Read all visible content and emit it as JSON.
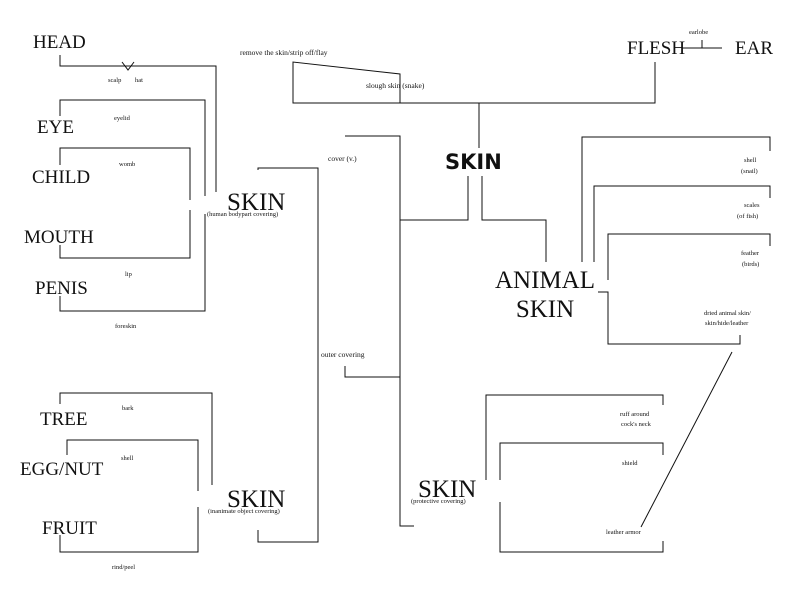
{
  "center": "SKIN",
  "top": {
    "flesh": "FLESH",
    "ear": "EAR",
    "earlobe": "earlobe",
    "remove": "remove the skin/strip off/flay",
    "slough": "slough skin (snake)",
    "cover": "cover (v.)",
    "outer": "outer covering"
  },
  "human": {
    "title": "SKIN",
    "sub": "(human bodypart covering)",
    "head": "HEAD",
    "scalp": "scalp",
    "hat": "hat",
    "eye": "EYE",
    "eyelid": "eyelid",
    "child": "CHILD",
    "womb": "womb",
    "mouth": "MOUTH",
    "lip": "lip",
    "penis": "PENIS",
    "foreskin": "foreskin"
  },
  "inanimate": {
    "title": "SKIN",
    "sub": "(inanimate object covering)",
    "tree": "TREE",
    "bark": "bark",
    "eggnut": "EGG/NUT",
    "shell": "shell",
    "fruit": "FRUIT",
    "rind": "rind/peel"
  },
  "animal": {
    "line1": "ANIMAL",
    "line2": "SKIN",
    "shell1": "shell",
    "shell2": "(snail)",
    "scales1": "scales",
    "scales2": "(of fish)",
    "feather1": "feather",
    "feather2": "(birds)",
    "dried1": "dried animal skin/",
    "dried2": "skin/hide/leather"
  },
  "protective": {
    "title": "SKIN",
    "sub": "(protective covering)",
    "ruff1": "ruff around",
    "ruff2": "cock's neck",
    "shield": "shield",
    "armor": "leather armor"
  }
}
